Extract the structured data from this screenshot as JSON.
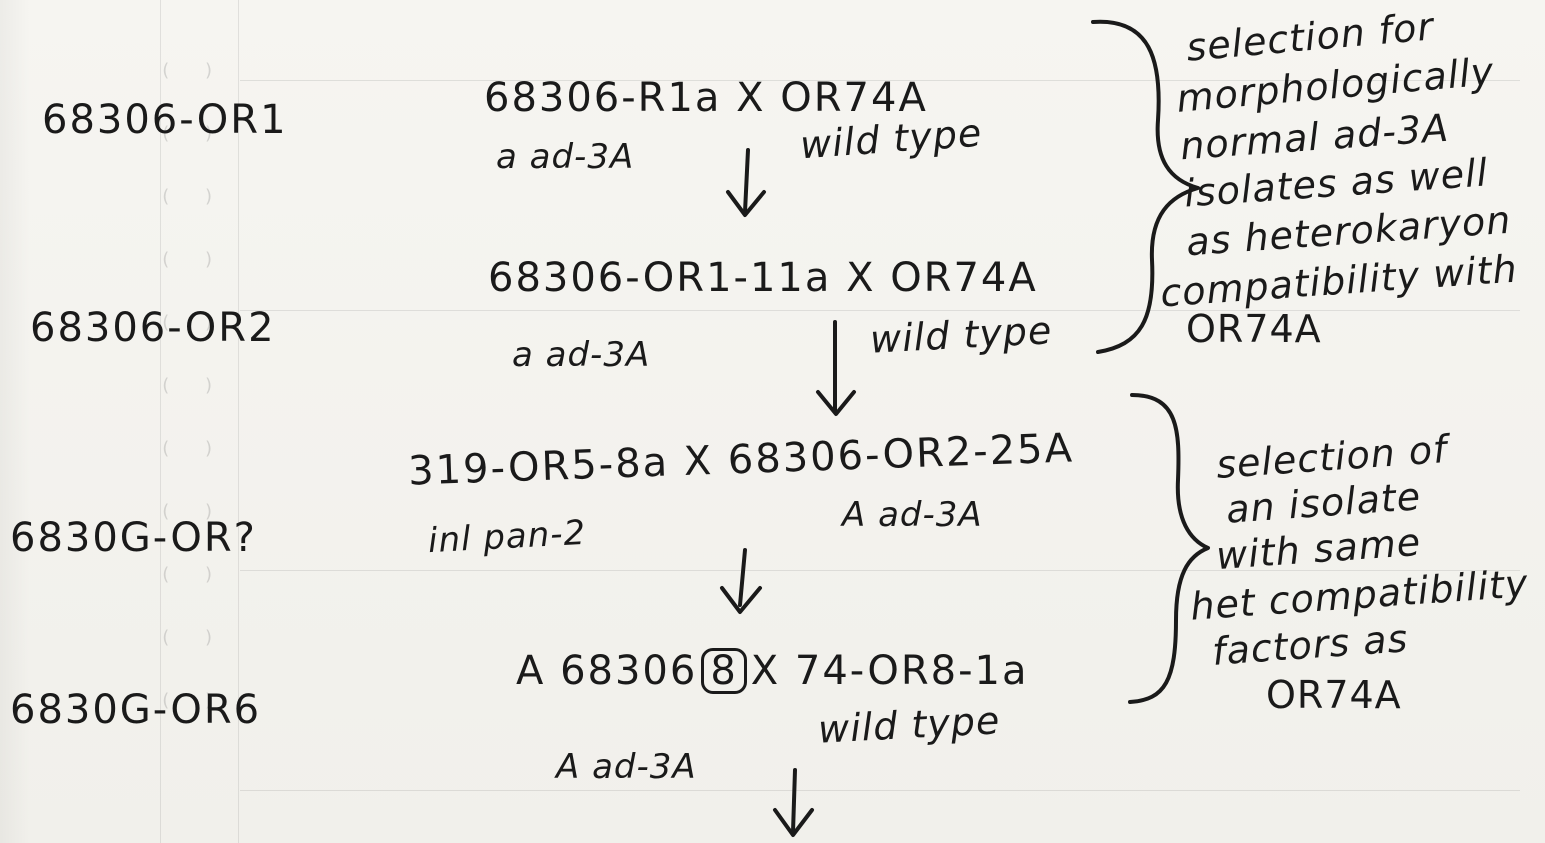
{
  "left_column": {
    "strains": [
      "68306-OR1",
      "68306-OR2",
      "6830G-OR?",
      "6830G-OR6"
    ]
  },
  "crosses": [
    {
      "cross": "68306-R1a X OR74A",
      "genotype": "a ad-3A",
      "result": "wild type"
    },
    {
      "cross": "68306-OR1-11a X OR74A",
      "genotype": "a ad-3A",
      "result": "wild type"
    },
    {
      "cross": "319-OR5-8a X 68306-OR2-25A",
      "genotype_left": "inl pan-2",
      "genotype_right": "A ad-3A"
    },
    {
      "cross_prefix": "A 68306",
      "cross_circled": "8",
      "cross_suffix": "X 74-OR8-1a",
      "genotype": "A ad-3A",
      "result": "wild type"
    }
  ],
  "side_notes": {
    "note1": [
      "selection for",
      "morphologically",
      "normal ad-3A",
      "isolates as well",
      "as heterokaryon",
      "compatibility with",
      "OR74A"
    ],
    "note2": [
      "selection of",
      "an isolate",
      "with same",
      "het compatibility",
      "factors as",
      "OR74A"
    ]
  },
  "colors": {
    "ink": "#1a1a1a",
    "paper": "#f3f2ee"
  }
}
